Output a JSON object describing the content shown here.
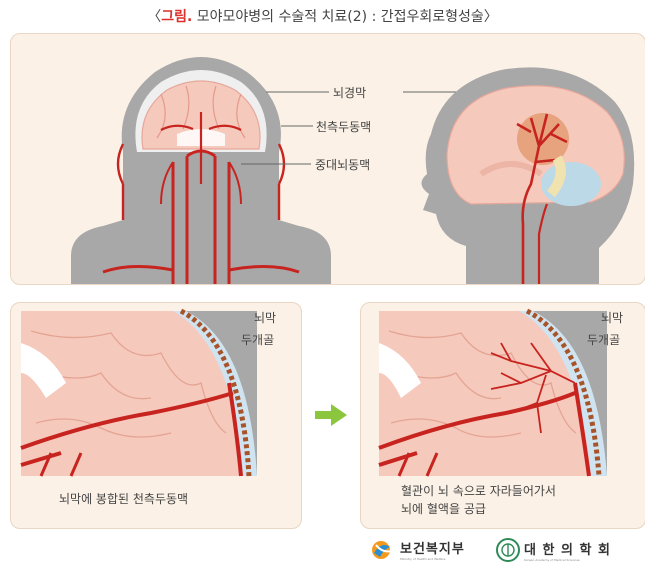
{
  "title": {
    "prefix": "〈",
    "highlight": "그림.",
    "text": " 모야모야병의 수술적 치료(2) : 간접우회로형성술〉"
  },
  "top_panel": {
    "labels": {
      "dura": "뇌경막",
      "temporal_artery": "천측두동맥",
      "middle_meningeal": "중대뇌동맥"
    }
  },
  "bottom_left": {
    "labels": {
      "dura": "뇌막",
      "skull": "두개골"
    },
    "caption": "뇌막에 봉합된 천측두동맥"
  },
  "bottom_right": {
    "labels": {
      "dura": "뇌막",
      "skull": "두개골"
    },
    "caption_line1": "혈관이 뇌 속으로 자라들어가서",
    "caption_line2": "뇌에 혈액을 공급"
  },
  "logos": {
    "ministry": {
      "name": "보건복지부",
      "sub": "Ministry of Health and Welfare",
      "icon": "ministry-swirl-icon"
    },
    "academy": {
      "name": "대 한 의 학 회",
      "sub": "Korean Academy of Medical Sciences",
      "icon": "academy-seal-icon"
    }
  },
  "colors": {
    "artery": "#c8241f",
    "brain": "#f6c9bd",
    "skin": "#a8a8a8",
    "panel": "#fbf1e6",
    "arrow": "#8cc63f"
  }
}
